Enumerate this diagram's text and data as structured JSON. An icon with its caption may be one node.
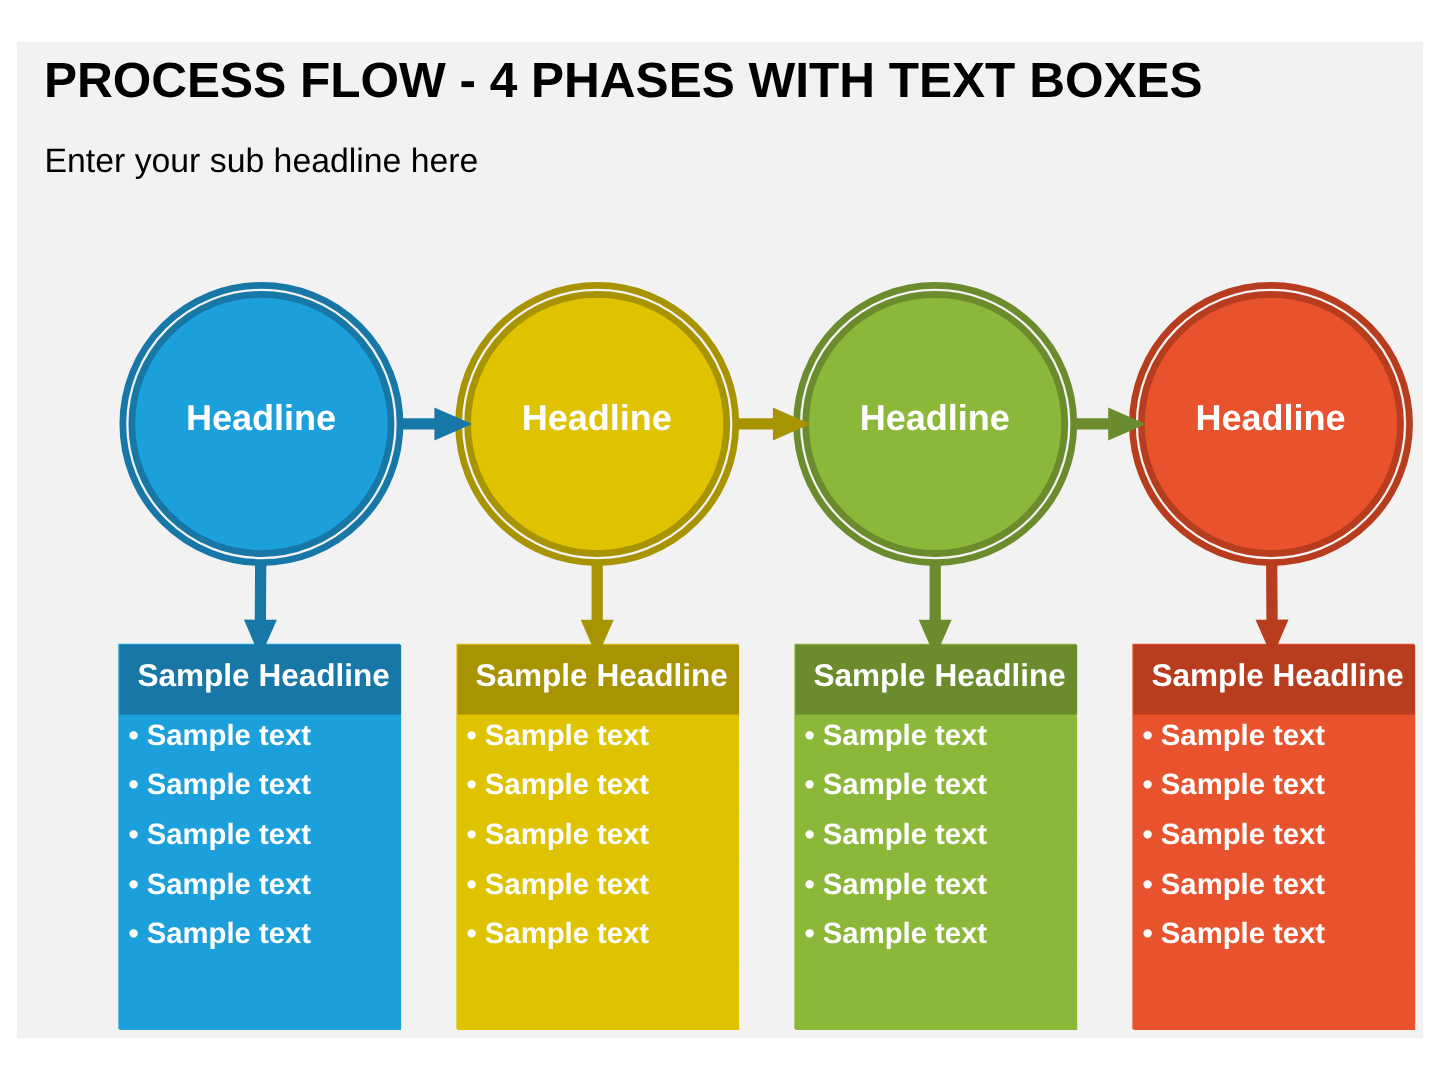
{
  "diagram": {
    "title": "PROCESS FLOW - 4 PHASES WITH TEXT BOXES",
    "nodes": [
      {
        "text": [
          "Headline"
        ]
      },
      {
        "text": [
          "Headline"
        ]
      },
      {
        "text": [
          "Headline"
        ]
      },
      {
        "text": [
          "Headline"
        ]
      },
      {
        "text": [
          "Sample Headline",
          "• Sample text",
          "• Sample text",
          "• Sample text",
          "• Sample text",
          "• Sample text"
        ]
      },
      {
        "text": [
          "Sample Headline",
          "• Sample text",
          "• Sample text",
          "• Sample text",
          "• Sample text",
          "• Sample text"
        ]
      },
      {
        "text": [
          "Sample Headline",
          "• Sample text",
          "• Sample text",
          "• Sample text",
          "• Sample text",
          "• Sample text"
        ]
      },
      {
        "text": [
          "Sample Headline",
          "• Sample text",
          "• Sample text",
          "• Sample text",
          "• Sample text",
          "• Sample text"
        ]
      }
    ],
    "edges": [
      {
        "from": 0,
        "to": 1,
        "arrow": "to",
        "color": "#1778a8"
      },
      {
        "from": 1,
        "to": 2,
        "arrow": "to",
        "color": "#a89400"
      },
      {
        "from": 2,
        "to": 3,
        "arrow": "to",
        "color": "#6a8c2c"
      },
      {
        "from": 0,
        "to": 4,
        "arrow": "to",
        "color": "#1778a8"
      },
      {
        "from": 1,
        "to": 5,
        "arrow": "to",
        "color": "#a89400"
      },
      {
        "from": 2,
        "to": 6,
        "arrow": "to",
        "color": "#6a8c2c"
      },
      {
        "from": 3,
        "to": 7,
        "arrow": "to",
        "color": "#b83c1e"
      }
    ],
    "labels": [
      "Enter your sub headline here"
    ]
  }
}
